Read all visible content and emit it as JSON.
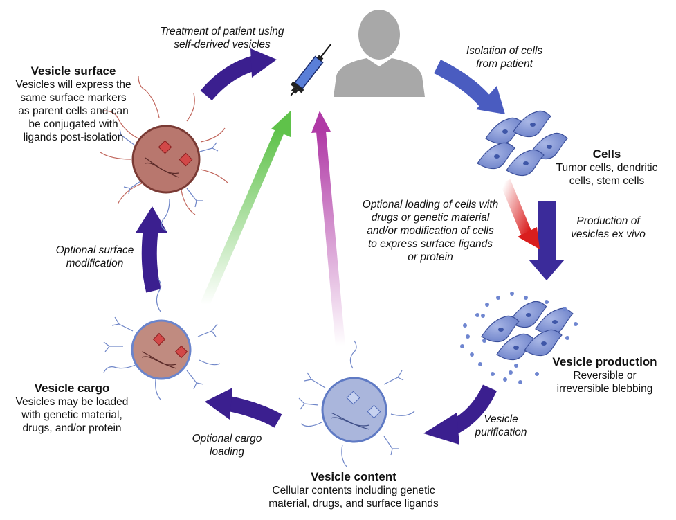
{
  "labels": {
    "treatment": [
      "Treatment of patient using",
      "self-derived vesicles"
    ],
    "isolation": [
      "Isolation of cells",
      "from patient"
    ],
    "vesicle_surface": {
      "title": "Vesicle surface",
      "lines": [
        "Vesicles will express the",
        "same surface markers",
        "as parent cells and can",
        "be conjugated with",
        "ligands post-isolation"
      ]
    },
    "cells": {
      "title": "Cells",
      "lines": [
        "Tumor cells, dendritic",
        "cells, stem cells"
      ]
    },
    "optional_loading": [
      "Optional loading of cells with",
      "drugs or genetic material",
      "and/or modification of cells",
      "to express surface ligands",
      "or protein"
    ],
    "production": [
      "Production of",
      "vesicles ex vivo"
    ],
    "optional_surface": [
      "Optional surface",
      "modification"
    ],
    "vesicle_production": {
      "title": "Vesicle production",
      "lines": [
        "Reversible or",
        "irreversible blebbing"
      ]
    },
    "vesicle_cargo": {
      "title": "Vesicle cargo",
      "lines": [
        "Vesicles may be loaded",
        "with genetic material,",
        "drugs, and/or protein"
      ]
    },
    "vesicle_purification": [
      "Vesicle",
      "purification"
    ],
    "optional_cargo": [
      "Optional cargo",
      "loading"
    ],
    "vesicle_content": {
      "title": "Vesicle content",
      "lines": [
        "Cellular contents including genetic",
        "material, drugs, and surface ligands"
      ]
    }
  },
  "colors": {
    "dark_arrow": "#3b1f8f",
    "blue_arrow": "#4a5cc0",
    "green_arrow": "#5fc24a",
    "magenta_arrow": "#b03aa6",
    "red_arrow": "#d91e1e",
    "person": "#a8a8a8",
    "cell_fill": "#7f93d6",
    "vesicle_surface_fill": "#b8776e",
    "vesicle_cargo_fill": "#c08b80",
    "vesicle_content_fill": "#aab6dc"
  },
  "icons": [
    "person-icon",
    "syringe-icon",
    "cell-cluster-icon",
    "vesicle-icon"
  ]
}
